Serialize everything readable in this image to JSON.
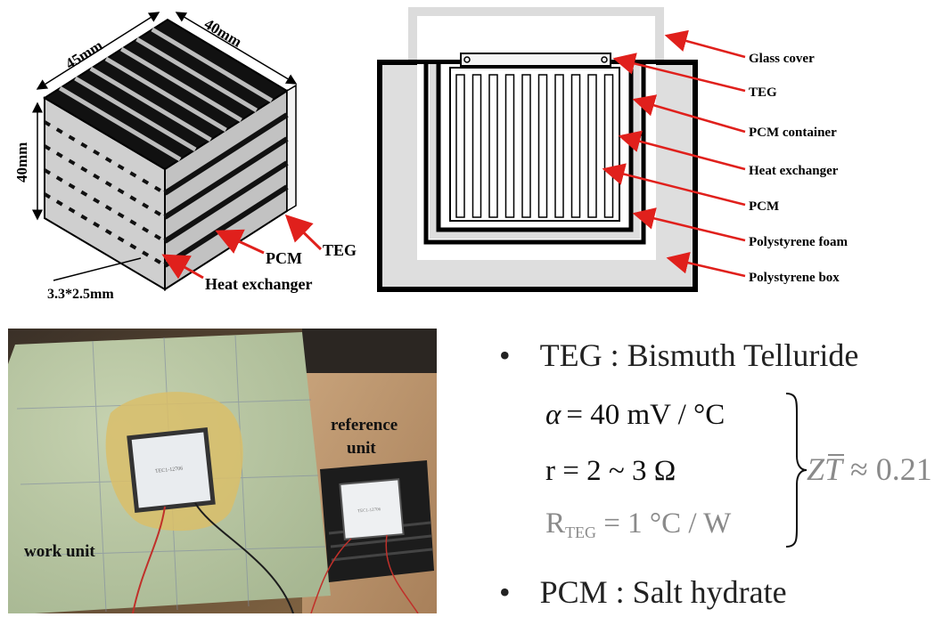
{
  "cube": {
    "dim_width": "45mm",
    "dim_depth": "40mm",
    "dim_height": "40mm",
    "dim_channel": "3.3*2.5mm",
    "label_teg": "TEG",
    "label_pcm": "PCM",
    "label_heat_exchanger": "Heat exchanger"
  },
  "section": {
    "labels": [
      "Glass cover",
      "TEG",
      "PCM container",
      "Heat exchanger",
      "PCM",
      "Polystyrene foam",
      "Polystyrene box"
    ]
  },
  "photo": {
    "reference_label_line1": "reference",
    "reference_label_line2": "unit",
    "work_label": "work unit",
    "module_print": "TEC1-12706"
  },
  "specs": {
    "bullet1": "TEG : Bismuth Telluride",
    "alpha_lhs": "α",
    "alpha_rhs": "= 40 mV / °C",
    "r_line": "r = 2 ~ 3 Ω",
    "rteg_main": "R",
    "rteg_sub": "TEG",
    "rteg_rhs": " = 1 °C / W",
    "zt_symbol": "ZT",
    "zt_value": " ≈ 0.21",
    "bullet2": "PCM : Salt hydrate",
    "bullet_char": "•"
  },
  "colors": {
    "arrow": "#e0201c",
    "frame": "#000000",
    "fill_gray": "#dedede",
    "muted_text": "#8a8a8a",
    "foam_green": "#b9c7a4"
  }
}
